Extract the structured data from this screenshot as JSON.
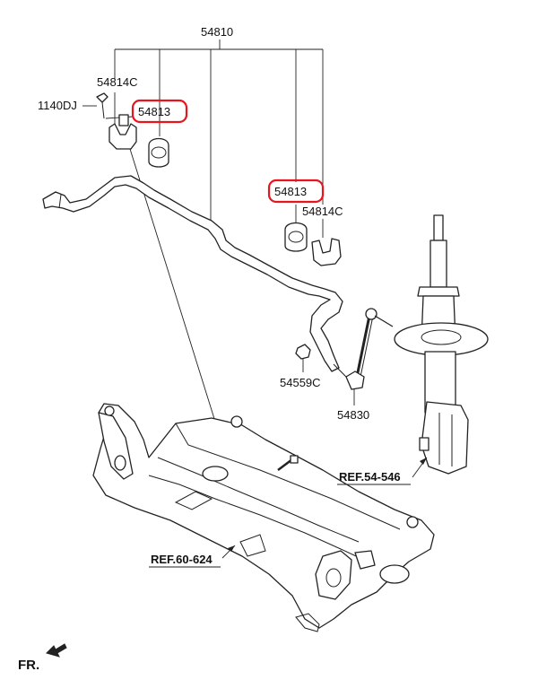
{
  "labels": {
    "main_assembly": "54810",
    "bracket_left": "54814C",
    "bolt": "1140DJ",
    "bushing_left": "54813",
    "bushing_right": "54813",
    "bracket_right": "54814C",
    "nut": "54559C",
    "link": "54830",
    "ref_strut": "REF.54-546",
    "ref_subframe": "REF.60-624",
    "front": "FR."
  },
  "colors": {
    "highlight": "#e8141e",
    "line": "#222222",
    "background": "#ffffff"
  }
}
